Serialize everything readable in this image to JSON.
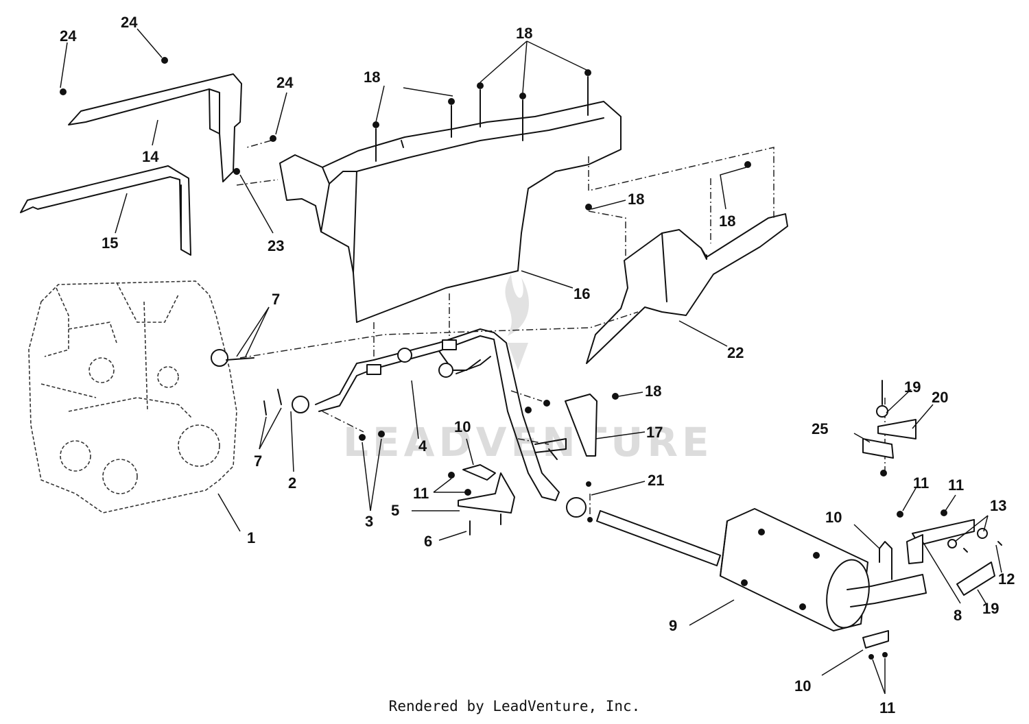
{
  "footer": {
    "text": "Rendered by LeadVenture, Inc."
  },
  "watermark": {
    "text": "LEADVENTURE"
  },
  "callouts": {
    "c1": "1",
    "c2": "2",
    "c3": "3",
    "c4": "4",
    "c5": "5",
    "c6": "6",
    "c7a": "7",
    "c7b": "7",
    "c8": "8",
    "c9": "9",
    "c10a": "10",
    "c10b": "10",
    "c10c": "10",
    "c11a": "11",
    "c11b": "11",
    "c11c": "11",
    "c11d": "11",
    "c12": "12",
    "c13": "13",
    "c14": "14",
    "c15": "15",
    "c16": "16",
    "c17": "17",
    "c18a": "18",
    "c18b": "18",
    "c18c": "18",
    "c18d": "18",
    "c18e": "18",
    "c19a": "19",
    "c19b": "19",
    "c20": "20",
    "c21": "21",
    "c22": "22",
    "c23": "23",
    "c24a": "24",
    "c24b": "24",
    "c24c": "24",
    "c25": "25"
  }
}
